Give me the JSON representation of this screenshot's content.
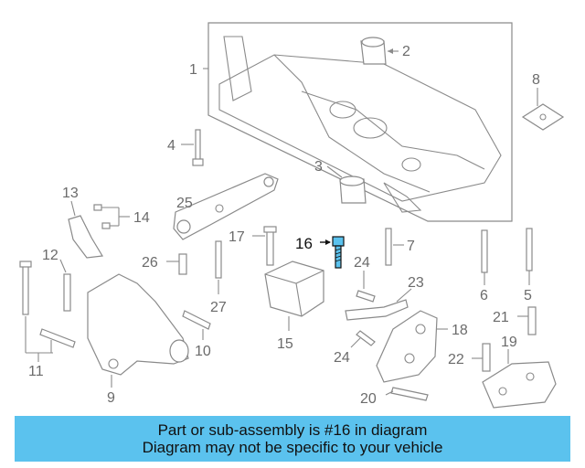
{
  "highlight_color": "#5bc2ee",
  "callouts": {
    "c1": "1",
    "c2": "2",
    "c3": "3",
    "c4": "4",
    "c5": "5",
    "c6": "6",
    "c7": "7",
    "c8": "8",
    "c9": "9",
    "c10": "10",
    "c11": "11",
    "c12": "12",
    "c13": "13",
    "c14": "14",
    "c15": "15",
    "c16": "16",
    "c17": "17",
    "c18": "18",
    "c19": "19",
    "c20": "20",
    "c21": "21",
    "c22": "22",
    "c23": "23",
    "c24a": "24",
    "c24b": "24",
    "c25": "25",
    "c26": "26",
    "c27": "27"
  },
  "banner": {
    "line1": "Part or sub-assembly is #16 in diagram",
    "line2": "Diagram may not be specific to your vehicle"
  }
}
